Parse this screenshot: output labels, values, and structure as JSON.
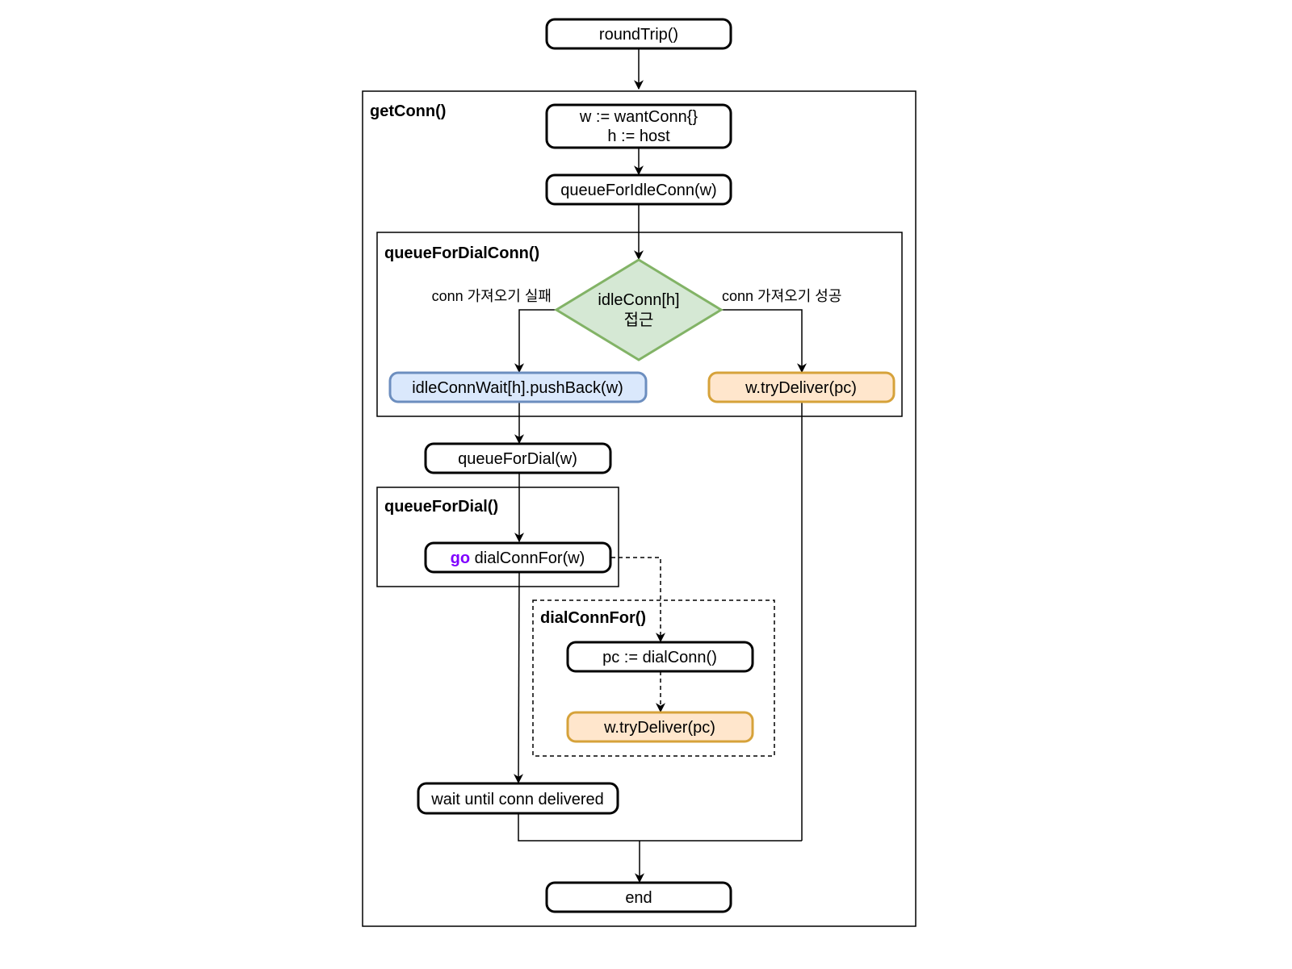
{
  "colors": {
    "stroke": "#000000",
    "decision_fill": "#d5e8d4",
    "decision_stroke": "#82b366",
    "blue_fill": "#dae8fc",
    "blue_stroke": "#6c8ebf",
    "orange_fill": "#ffe6cc",
    "orange_stroke": "#d6a23a",
    "keyword": "#7f00ff"
  },
  "containers": {
    "get_conn": "getConn()",
    "queue_for_dial_conn": "queueForDialConn()",
    "queue_for_dial": "queueForDial()",
    "dial_conn_for": "dialConnFor()"
  },
  "nodes": {
    "round_trip": "roundTrip()",
    "want_conn_line1": "w := wantConn{}",
    "want_conn_line2": "h := host",
    "queue_for_idle_conn": "queueForIdleConn(w)",
    "idle_conn_line1": "idleConn[h]",
    "idle_conn_line2": "접근",
    "idle_conn_wait_push": "idleConnWait[h].pushBack(w)",
    "try_deliver_1": "w.tryDeliver(pc)",
    "queue_for_dial_call": "queueForDial(w)",
    "go_keyword": "go",
    "dial_conn_for_call": " dialConnFor(w)",
    "dial_conn": "pc := dialConn()",
    "try_deliver_2": "w.tryDeliver(pc)",
    "wait_until": "wait until conn delivered",
    "end": "end"
  },
  "edge_labels": {
    "fail": "conn 가져오기 실패",
    "success": "conn 가져오기 성공"
  }
}
